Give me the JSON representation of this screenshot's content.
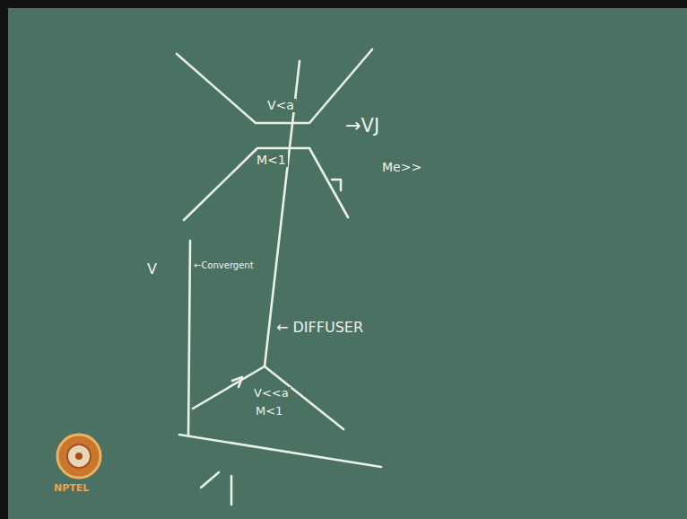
{
  "diagram": {
    "labels": [
      "V<a",
      "M<1",
      "→VJ",
      "Me>>",
      "V",
      "←Convergent",
      "← DIFFUSER",
      "V<<a",
      "M<1",
      "NPTEL"
    ]
  }
}
